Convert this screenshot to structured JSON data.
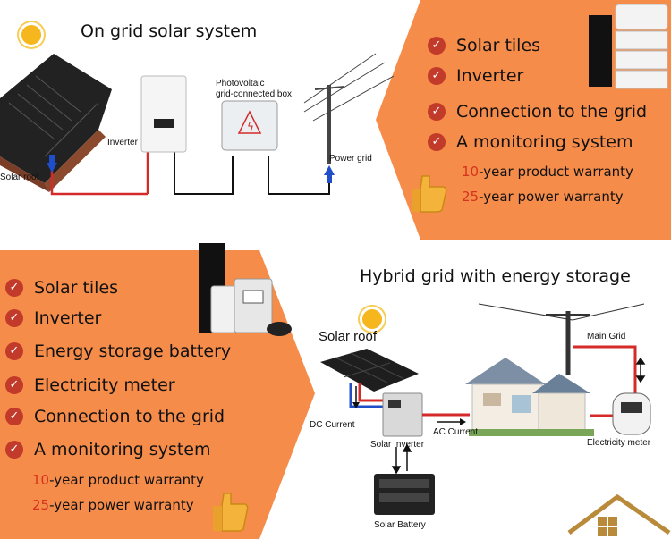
{
  "top": {
    "title": "On grid solar system",
    "labels": {
      "solar_roof": "Solar roof",
      "inverter": "Inverter",
      "pv_box_line1": "Photovoltaic",
      "pv_box_line2": "grid-connected box",
      "power_grid": "Power grid"
    },
    "features": [
      "Solar tiles",
      "Inverter",
      "Connection to the grid",
      "A monitoring system"
    ],
    "warranty_product": {
      "num": "10",
      "text": "-year product  warranty"
    },
    "warranty_power": {
      "num": "25",
      "text": "-year power warranty"
    }
  },
  "bottom": {
    "title": "Hybrid grid with energy storage",
    "labels": {
      "solar_roof": "Solar roof",
      "dc_current": "DC Current",
      "solar_inverter": "Solar Inverter",
      "ac_current": "AC Current",
      "main_grid": "Main Grid",
      "electricity_meter": "Electricity meter",
      "solar_battery": "Solar Battery"
    },
    "features": [
      "Solar tiles",
      "Inverter",
      "Energy storage battery",
      "Electricity meter",
      "Connection to the grid",
      "A monitoring system"
    ],
    "warranty_product": {
      "num": "10",
      "text": "-year product warranty"
    },
    "warranty_power": {
      "num": "25",
      "text": "-year power warranty"
    }
  },
  "colors": {
    "orange": "#f58c4a",
    "check_red": "#c23a2a",
    "warranty_red": "#d6321e",
    "wire_red": "#d42a2a",
    "wire_blue": "#1f4ec8"
  }
}
